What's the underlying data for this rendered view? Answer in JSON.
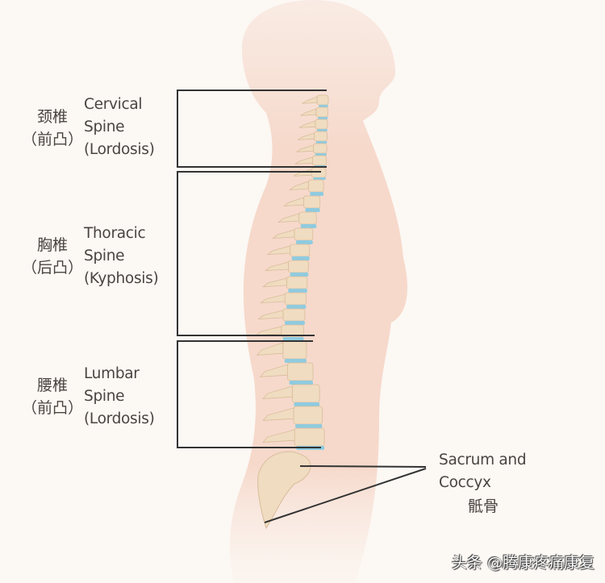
{
  "regions": [
    {
      "zh_name": "颈椎",
      "zh_curve": "（前凸）",
      "en_lines": [
        "Cervical",
        "Spine",
        "(Lordosis)"
      ]
    },
    {
      "zh_name": "胸椎",
      "zh_curve": "（后凸）",
      "en_lines": [
        "Thoracic",
        "Spine",
        "(Kyphosis)"
      ]
    },
    {
      "zh_name": "腰椎",
      "zh_curve": "（前凸）",
      "en_lines": [
        "Lumbar",
        "Spine",
        "(Lordosis)"
      ]
    }
  ],
  "sacrum": {
    "en_lines": [
      "Sacrum and",
      "Coccyx"
    ],
    "zh": "骶骨"
  },
  "watermark": "头条 @腾康疼痛康复",
  "colors": {
    "background": "#fcf8f4",
    "body": "#f5d9cc",
    "bone": "#f0dcc0",
    "disc": "#8fcbe0",
    "line": "#333333"
  }
}
